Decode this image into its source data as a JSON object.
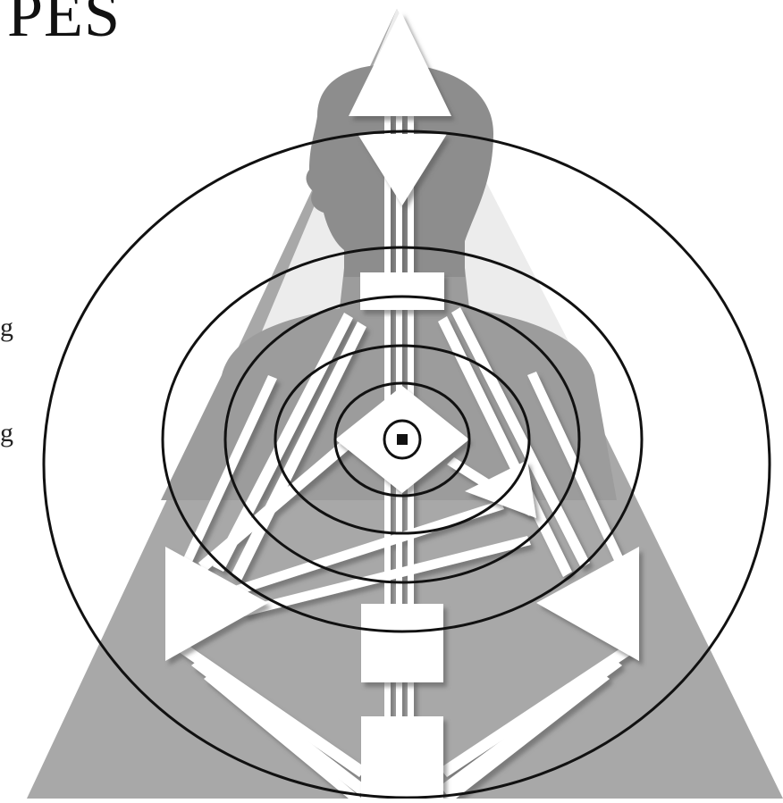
{
  "title": "PES",
  "edge_labels": [
    "g",
    "g"
  ],
  "colors": {
    "background": "#ffffff",
    "triangle": "#a6a6a6",
    "head_silhouette": "#8f8f8f",
    "body_silhouette": "#b7b7b7",
    "channels": "#ffffff",
    "rings": "#111111"
  },
  "center_icon": "circle-with-square-icon"
}
